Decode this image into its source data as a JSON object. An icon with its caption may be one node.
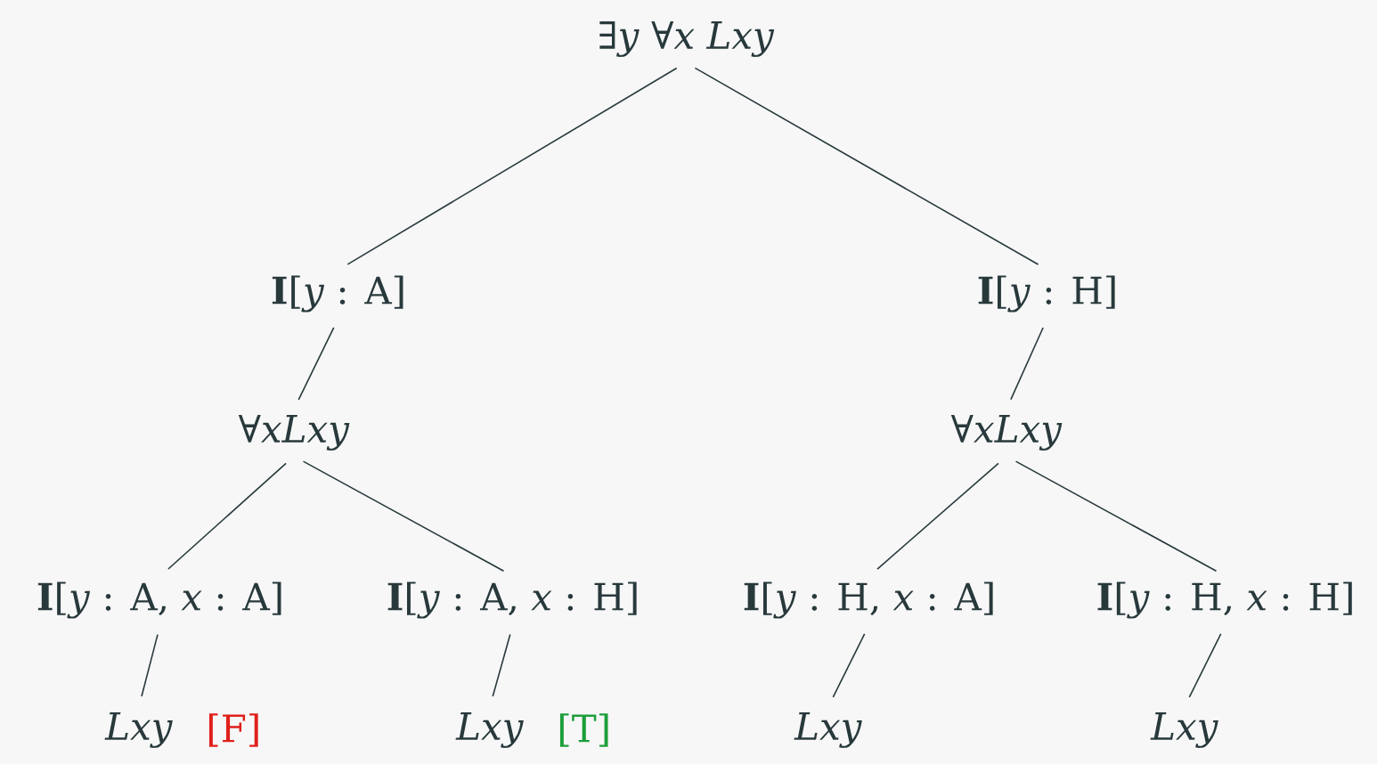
{
  "diagram": {
    "nodes": [
      {
        "text": [
          "∃*y* ∀*x Lxy*"
        ]
      },
      {
        "text": [
          "**I**[*y* : A]"
        ]
      },
      {
        "text": [
          "**I**[*y* : H]"
        ]
      },
      {
        "text": [
          "∀*xLxy*"
        ]
      },
      {
        "text": [
          "∀*xLxy*"
        ]
      },
      {
        "text": [
          "**I**[*y* : A, *x* : A]"
        ]
      },
      {
        "text": [
          "**I**[*y* : A, *x* : H]"
        ]
      },
      {
        "text": [
          "**I**[*y* : H, *x* : A]"
        ]
      },
      {
        "text": [
          "**I**[*y* : H, *x* : H]"
        ]
      },
      {
        "text": [
          "*Lxy*"
        ],
        "beside": [
          "[F]"
        ]
      },
      {
        "text": [
          "*Lxy*"
        ],
        "beside": [
          "[T]"
        ]
      },
      {
        "text": [
          "*Lxy*"
        ]
      },
      {
        "text": [
          "*Lxy*"
        ]
      }
    ],
    "edges": [
      {
        "from": 0,
        "to": 1,
        "arrow": "none"
      },
      {
        "from": 0,
        "to": 2,
        "arrow": "none"
      },
      {
        "from": 1,
        "to": 3,
        "arrow": "none"
      },
      {
        "from": 2,
        "to": 4,
        "arrow": "none"
      },
      {
        "from": 3,
        "to": 5,
        "arrow": "none"
      },
      {
        "from": 3,
        "to": 6,
        "arrow": "none"
      },
      {
        "from": 4,
        "to": 7,
        "arrow": "none"
      },
      {
        "from": 4,
        "to": 8,
        "arrow": "none"
      },
      {
        "from": 5,
        "to": 9,
        "arrow": "none"
      },
      {
        "from": 6,
        "to": 10,
        "arrow": "none"
      },
      {
        "from": 7,
        "to": 11,
        "arrow": "none"
      },
      {
        "from": 8,
        "to": 12,
        "arrow": "none"
      }
    ]
  }
}
